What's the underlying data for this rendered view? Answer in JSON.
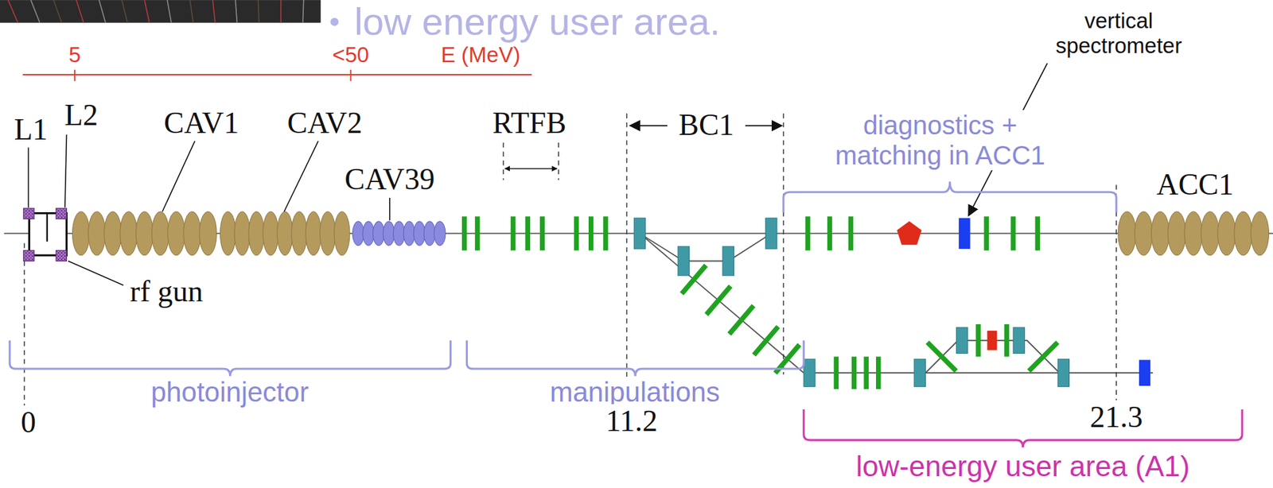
{
  "diagram": {
    "labels": [
      "low energy user area.",
      "vertical spectrometer",
      "5",
      "<50",
      "E (MeV)",
      "L1",
      "L2",
      "CAV1",
      "CAV2",
      "RTFB",
      "BC1",
      "diagnostics + matching in ACC1",
      "CAV39",
      "ACC1",
      "rf gun",
      "photoinjector",
      "manipulations",
      "0",
      "11.2",
      "21.3",
      "low-energy user area (A1)"
    ]
  }
}
